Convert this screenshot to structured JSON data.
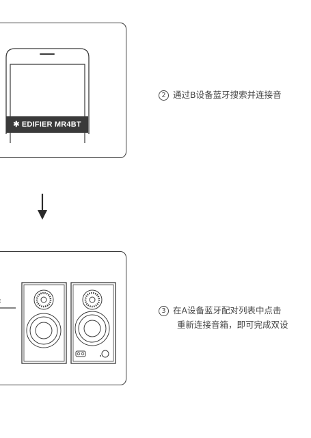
{
  "device_label": "EDIFIER MR4BT",
  "step2": {
    "number": "2",
    "text": "通过B设备蓝牙搜索并连接音"
  },
  "step3": {
    "number": "3",
    "line1": "在A设备蓝牙配对列表中点击",
    "line2": "重新连接音箱，即可完成双设"
  },
  "icons": [
    "phone-icon",
    "bluetooth-icon",
    "down-arrow-icon",
    "speaker-icon"
  ]
}
